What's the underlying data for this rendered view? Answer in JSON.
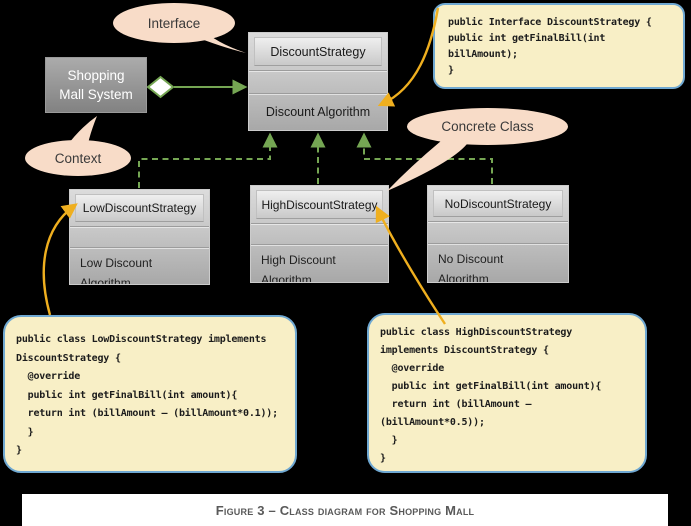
{
  "colors": {
    "background": "#000000",
    "connector-green": "#75A653",
    "annotation-yellow": "#EFAF1F",
    "bubble-peach": "#F8DCC8",
    "code-box-fill": "#F8EFC6",
    "code-box-border": "#6FA8D2",
    "box-gray-light": "#DCDCDC",
    "box-gray-dark": "#A8A8A8",
    "caption-strip": "#FFFFFF",
    "caption-text": "#595959"
  },
  "callouts": {
    "interface": {
      "label": "Interface"
    },
    "context": {
      "label": "Context"
    },
    "concrete": {
      "label": "Concrete Class"
    }
  },
  "context_box": {
    "label": "Shopping\nMall System"
  },
  "interface_class": {
    "title": "DiscountStrategy",
    "operation": "Discount Algorithm"
  },
  "concrete_classes": [
    {
      "title": "LowDiscountStrategy",
      "operation": "Low Discount Algorithm"
    },
    {
      "title": "HighDiscountStrategy",
      "operation": "High Discount Algorithm"
    },
    {
      "title": "NoDiscountStrategy",
      "operation": "No Discount Algorithm"
    }
  ],
  "code_snippets": {
    "interface_code": "public Interface DiscountStrategy {\npublic int getFinalBill(int\nbillAmount);\n}",
    "low_code": "public class LowDiscountStrategy implements\nDiscountStrategy {\n  @override\n  public int getFinalBill(int amount){\n  return int (billAmount – (billAmount*0.1));\n  }\n}",
    "high_code": "public class HighDiscountStrategy\nimplements DiscountStrategy {\n  @override\n  public int getFinalBill(int amount){\n  return int (billAmount –\n(billAmount*0.5));\n  }\n}"
  },
  "caption": "Figure 3 – Class diagram for Shopping Mall"
}
